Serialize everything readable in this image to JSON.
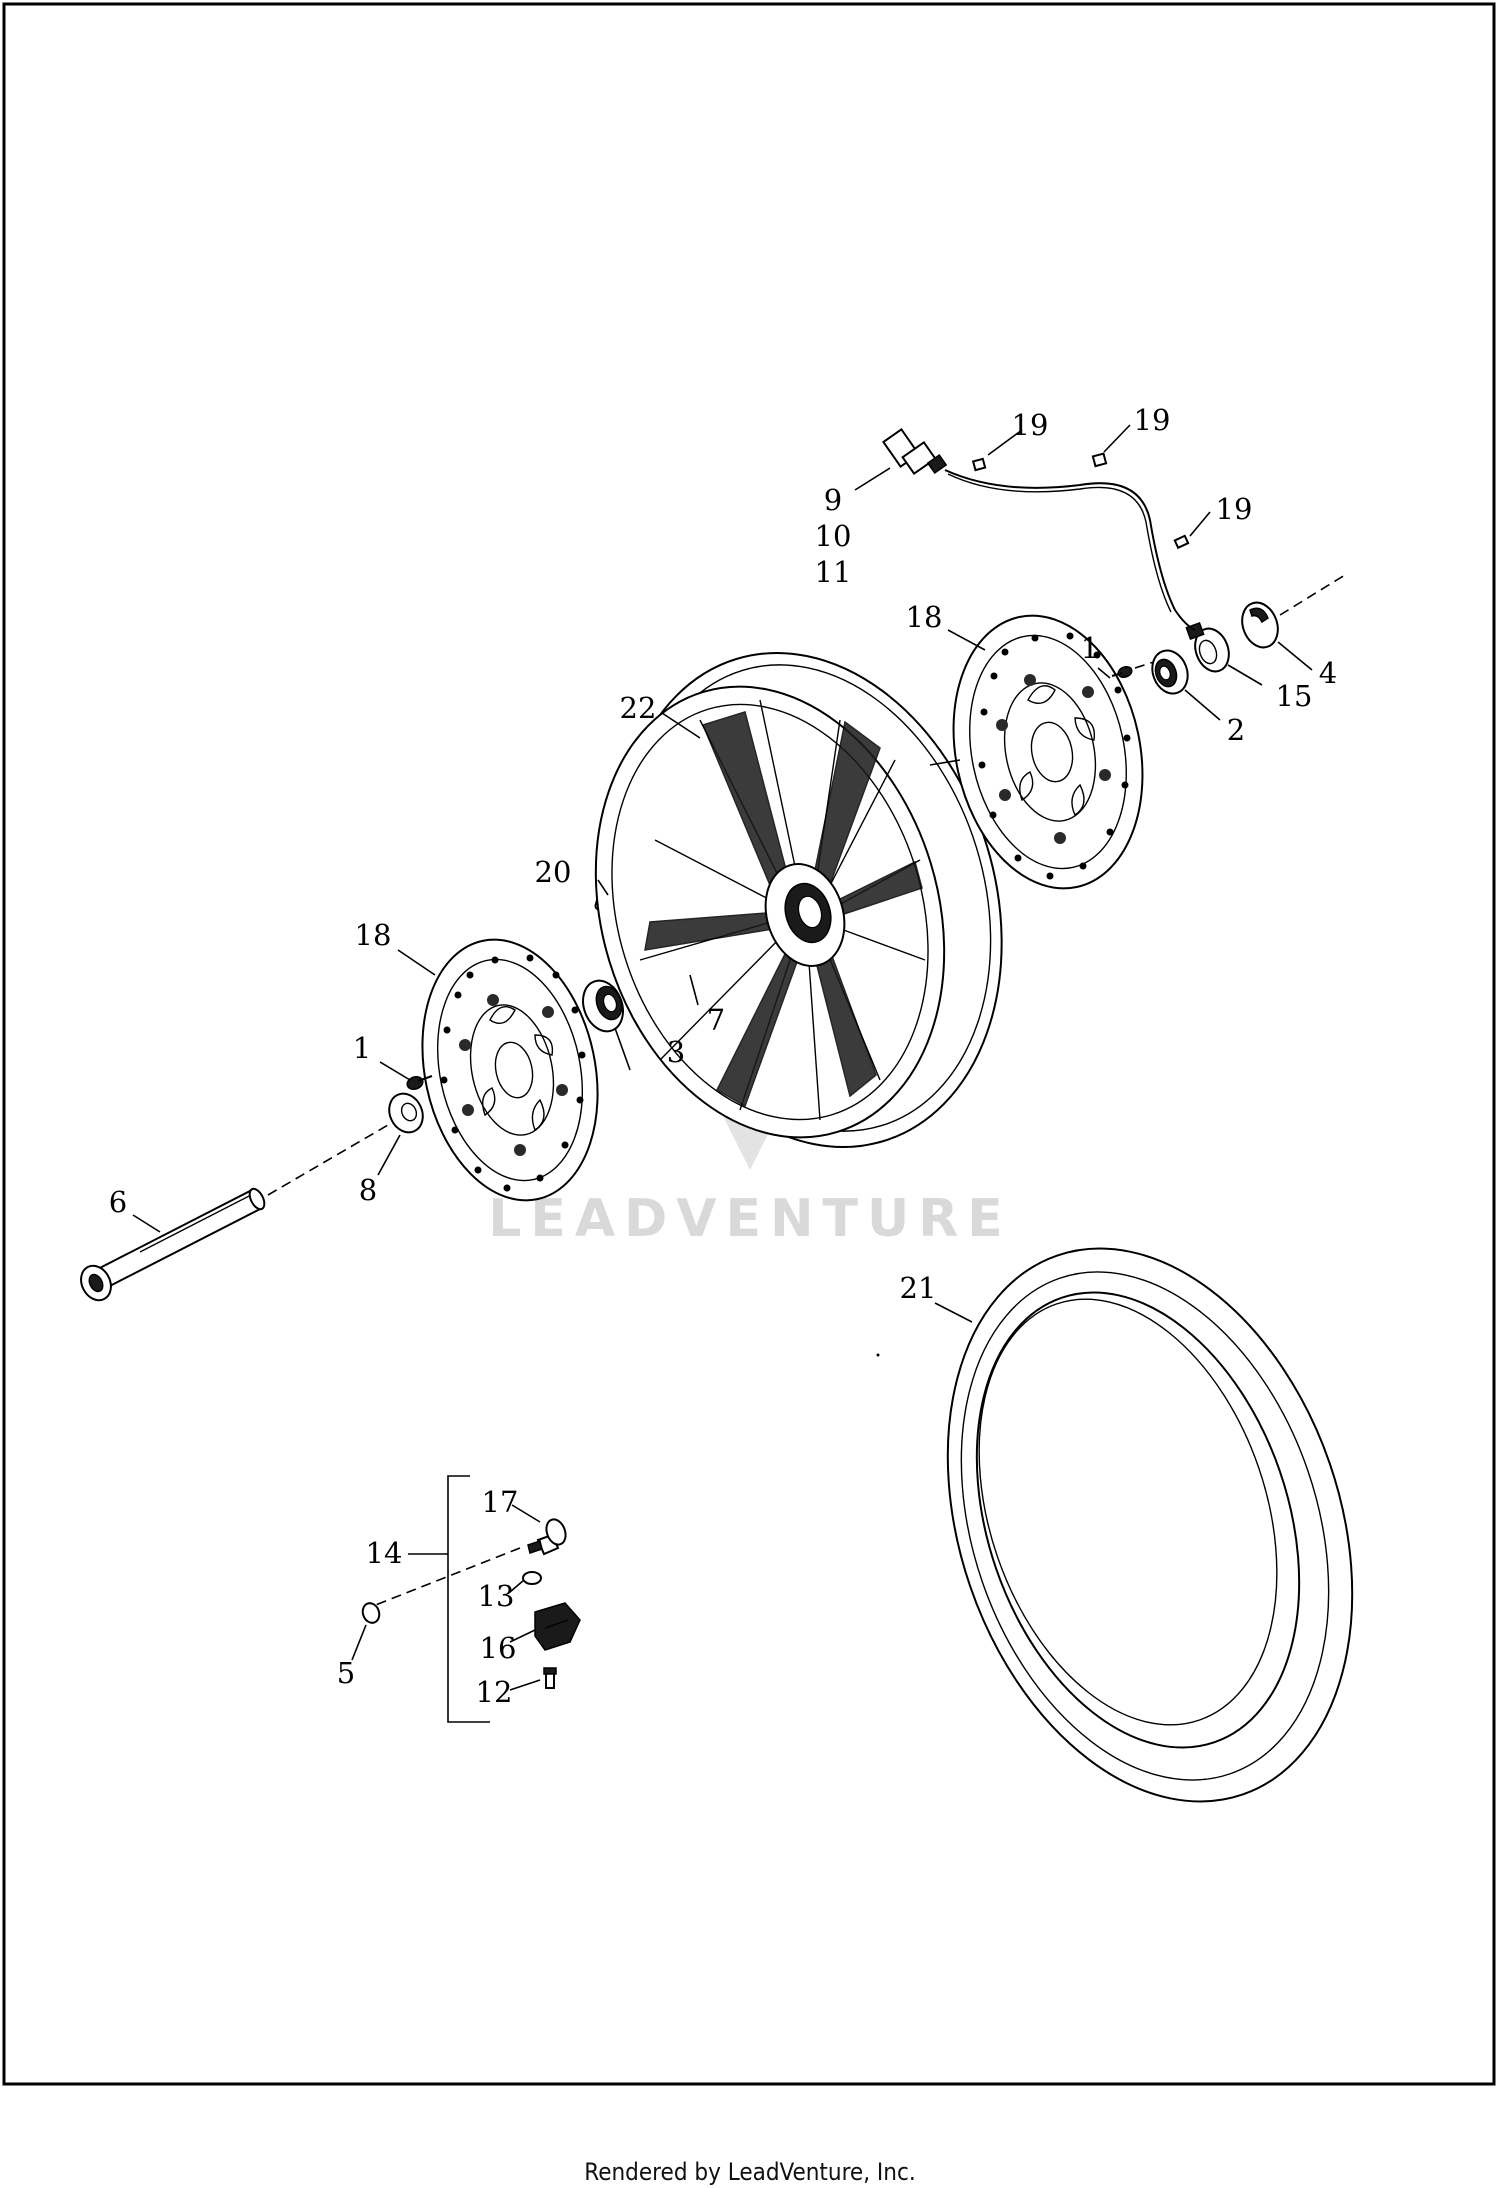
{
  "watermark": {
    "text": "LEADVENTURE"
  },
  "footer": {
    "text": "Rendered by LeadVenture, Inc."
  },
  "callouts": {
    "c1a": "1",
    "c1b": "1",
    "c2": "2",
    "c3": "3",
    "c4": "4",
    "c5": "5",
    "c6": "6",
    "c7": "7",
    "c8": "8",
    "c9": "9",
    "c10": "10",
    "c11": "11",
    "c12": "12",
    "c13": "13",
    "c14": "14",
    "c15": "15",
    "c16": "16",
    "c17": "17",
    "c18a": "18",
    "c18b": "18",
    "c19a": "19",
    "c19b": "19",
    "c19c": "19",
    "c20": "20",
    "c21": "21",
    "c22": "22"
  }
}
